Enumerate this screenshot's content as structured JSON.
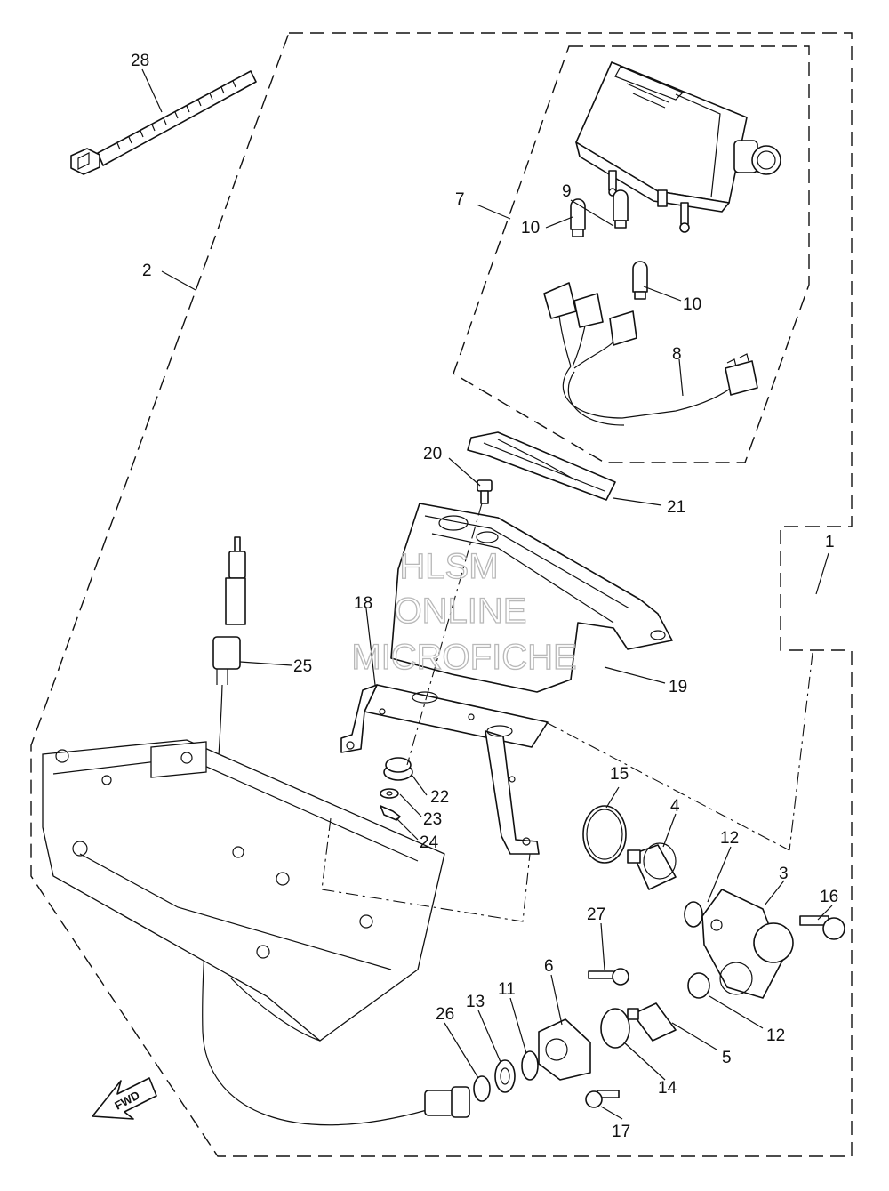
{
  "callouts": {
    "c1": "1",
    "c2": "2",
    "c3": "3",
    "c4": "4",
    "c5": "5",
    "c6": "6",
    "c7": "7",
    "c8": "8",
    "c9": "9",
    "c10a": "10",
    "c10b": "10",
    "c11": "11",
    "c12a": "12",
    "c12b": "12",
    "c13": "13",
    "c14": "14",
    "c15": "15",
    "c16": "16",
    "c17": "17",
    "c18": "18",
    "c19": "19",
    "c20": "20",
    "c21": "21",
    "c22": "22",
    "c23": "23",
    "c24": "24",
    "c25": "25",
    "c26": "26",
    "c27": "27",
    "c28": "28"
  },
  "watermark": {
    "line1": "HLSM",
    "line2": "ONLINE",
    "line3": "MICROFICHE"
  },
  "direction_arrow": {
    "label": "FWD"
  }
}
